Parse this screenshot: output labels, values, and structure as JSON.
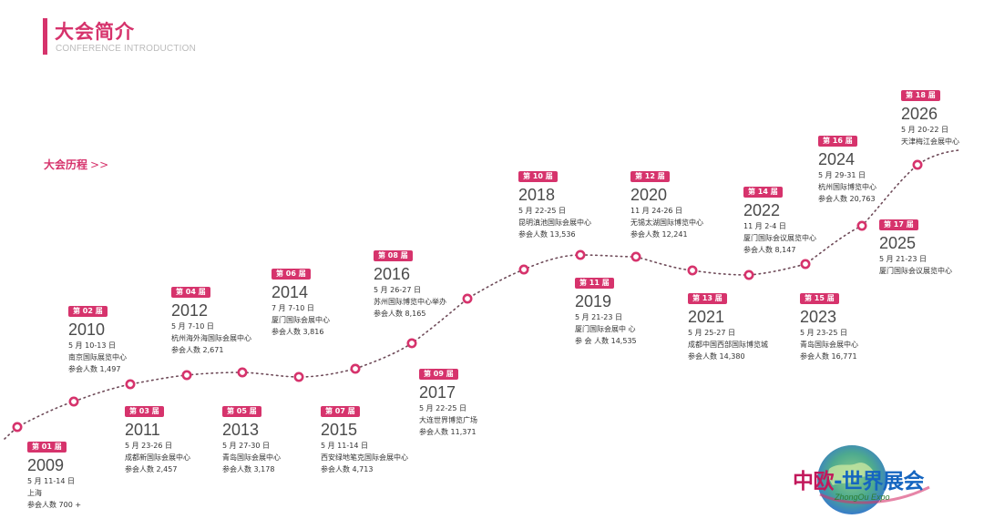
{
  "header": {
    "title": "大会简介",
    "subtitle": "CONFERENCE INTRODUCTION"
  },
  "section": {
    "label": "大会历程",
    "arrows": ">>"
  },
  "events": [
    {
      "badge": "第 01 届",
      "year": "2009",
      "date": "5 月 11-14 日",
      "venue": "上海",
      "attendance": "参会人数 700 +"
    },
    {
      "badge": "第 02 届",
      "year": "2010",
      "date": "5 月 10-13 日",
      "venue": "南京国际展览中心",
      "attendance": "参会人数 1,497"
    },
    {
      "badge": "第 03 届",
      "year": "2011",
      "date": "5 月 23-26 日",
      "venue": "成都新国际会展中心",
      "attendance": "参会人数 2,457"
    },
    {
      "badge": "第 04 届",
      "year": "2012",
      "date": "5 月 7-10 日",
      "venue": "杭州海外海国际会展中心",
      "attendance": "参会人数 2,671"
    },
    {
      "badge": "第 05 届",
      "year": "2013",
      "date": "5 月 27-30 日",
      "venue": "青岛国际会展中心",
      "attendance": "参会人数 3,178"
    },
    {
      "badge": "第 06 届",
      "year": "2014",
      "date": "7 月 7-10 日",
      "venue": "厦门国际会展中心",
      "attendance": "参会人数 3,816"
    },
    {
      "badge": "第 07 届",
      "year": "2015",
      "date": "5 月 11-14 日",
      "venue": "西安绿地笔克国际会展中心",
      "attendance": "参会人数 4,713"
    },
    {
      "badge": "第 08 届",
      "year": "2016",
      "date": "5 月 26-27 日",
      "venue": "苏州国际博览中心举办",
      "attendance": "参会人数 8,165"
    },
    {
      "badge": "第 09 届",
      "year": "2017",
      "date": "5 月 22-25 日",
      "venue": "大连世界博览广场",
      "attendance": "参会人数 11,371"
    },
    {
      "badge": "第 10 届",
      "year": "2018",
      "date": "5 月 22-25 日",
      "venue": "昆明滇池国际会展中心",
      "attendance": "参会人数 13,536"
    },
    {
      "badge": "第 11 届",
      "year": "2019",
      "date": "5 月 21-23 日",
      "venue": "厦门国际会展中 心",
      "attendance": "参 会 人数 14,535"
    },
    {
      "badge": "第 12 届",
      "year": "2020",
      "date": "11 月 24-26 日",
      "venue": "无锡太湖国际博览中心",
      "attendance": "参会人数 12,241"
    },
    {
      "badge": "第 13 届",
      "year": "2021",
      "date": "5 月 25-27 日",
      "venue": "成都中国西部国际博览城",
      "attendance": "参会人数 14,380"
    },
    {
      "badge": "第 14 届",
      "year": "2022",
      "date": "11 月 2-4 日",
      "venue": "厦门国际会议展览中心",
      "attendance": "参会人数 8,147"
    },
    {
      "badge": "第 15 届",
      "year": "2023",
      "date": "5 月 23-25 日",
      "venue": "青岛国际会展中心",
      "attendance": "参会人数 16,771"
    },
    {
      "badge": "第 16 届",
      "year": "2024",
      "date": "5 月 29-31 日",
      "venue": "杭州国际博览中心",
      "attendance": "参会人数 20,763"
    },
    {
      "badge": "第 17 届",
      "year": "2025",
      "date": "5 月 21-23 日",
      "venue": "厦门国际会议展览中心",
      "attendance": ""
    },
    {
      "badge": "第 18 届",
      "year": "2026",
      "date": "5 月 20-22 日",
      "venue": "天津梅江会展中心",
      "attendance": ""
    }
  ],
  "logo": {
    "part1": "中欧",
    "part2": "-世界展会",
    "sub": "ZhongOu Expo"
  },
  "colors": {
    "accent": "#d6336c",
    "blue": "#1565c0",
    "green": "#2e7d32"
  }
}
